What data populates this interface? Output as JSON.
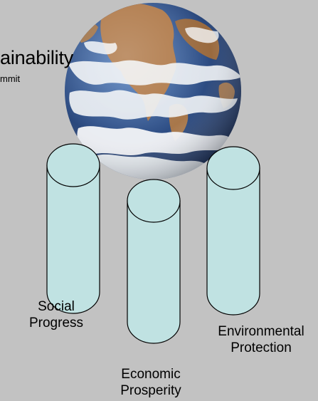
{
  "title": "ainability",
  "subtitle": "mmit",
  "pillars": [
    {
      "line1": "Social",
      "line2": "Progress"
    },
    {
      "line1": "Economic",
      "line2": "Prosperity"
    },
    {
      "line1": "Environmental",
      "line2": "Protection"
    }
  ],
  "colors": {
    "background": "#c2c2c2",
    "pillar_fill": "#c0e2e2",
    "pillar_stroke": "#000000",
    "ocean": "#2f4f86",
    "land": "#b07a4a",
    "clouds": "#f2f4f6"
  },
  "icons": [
    "earth-globe-icon"
  ]
}
